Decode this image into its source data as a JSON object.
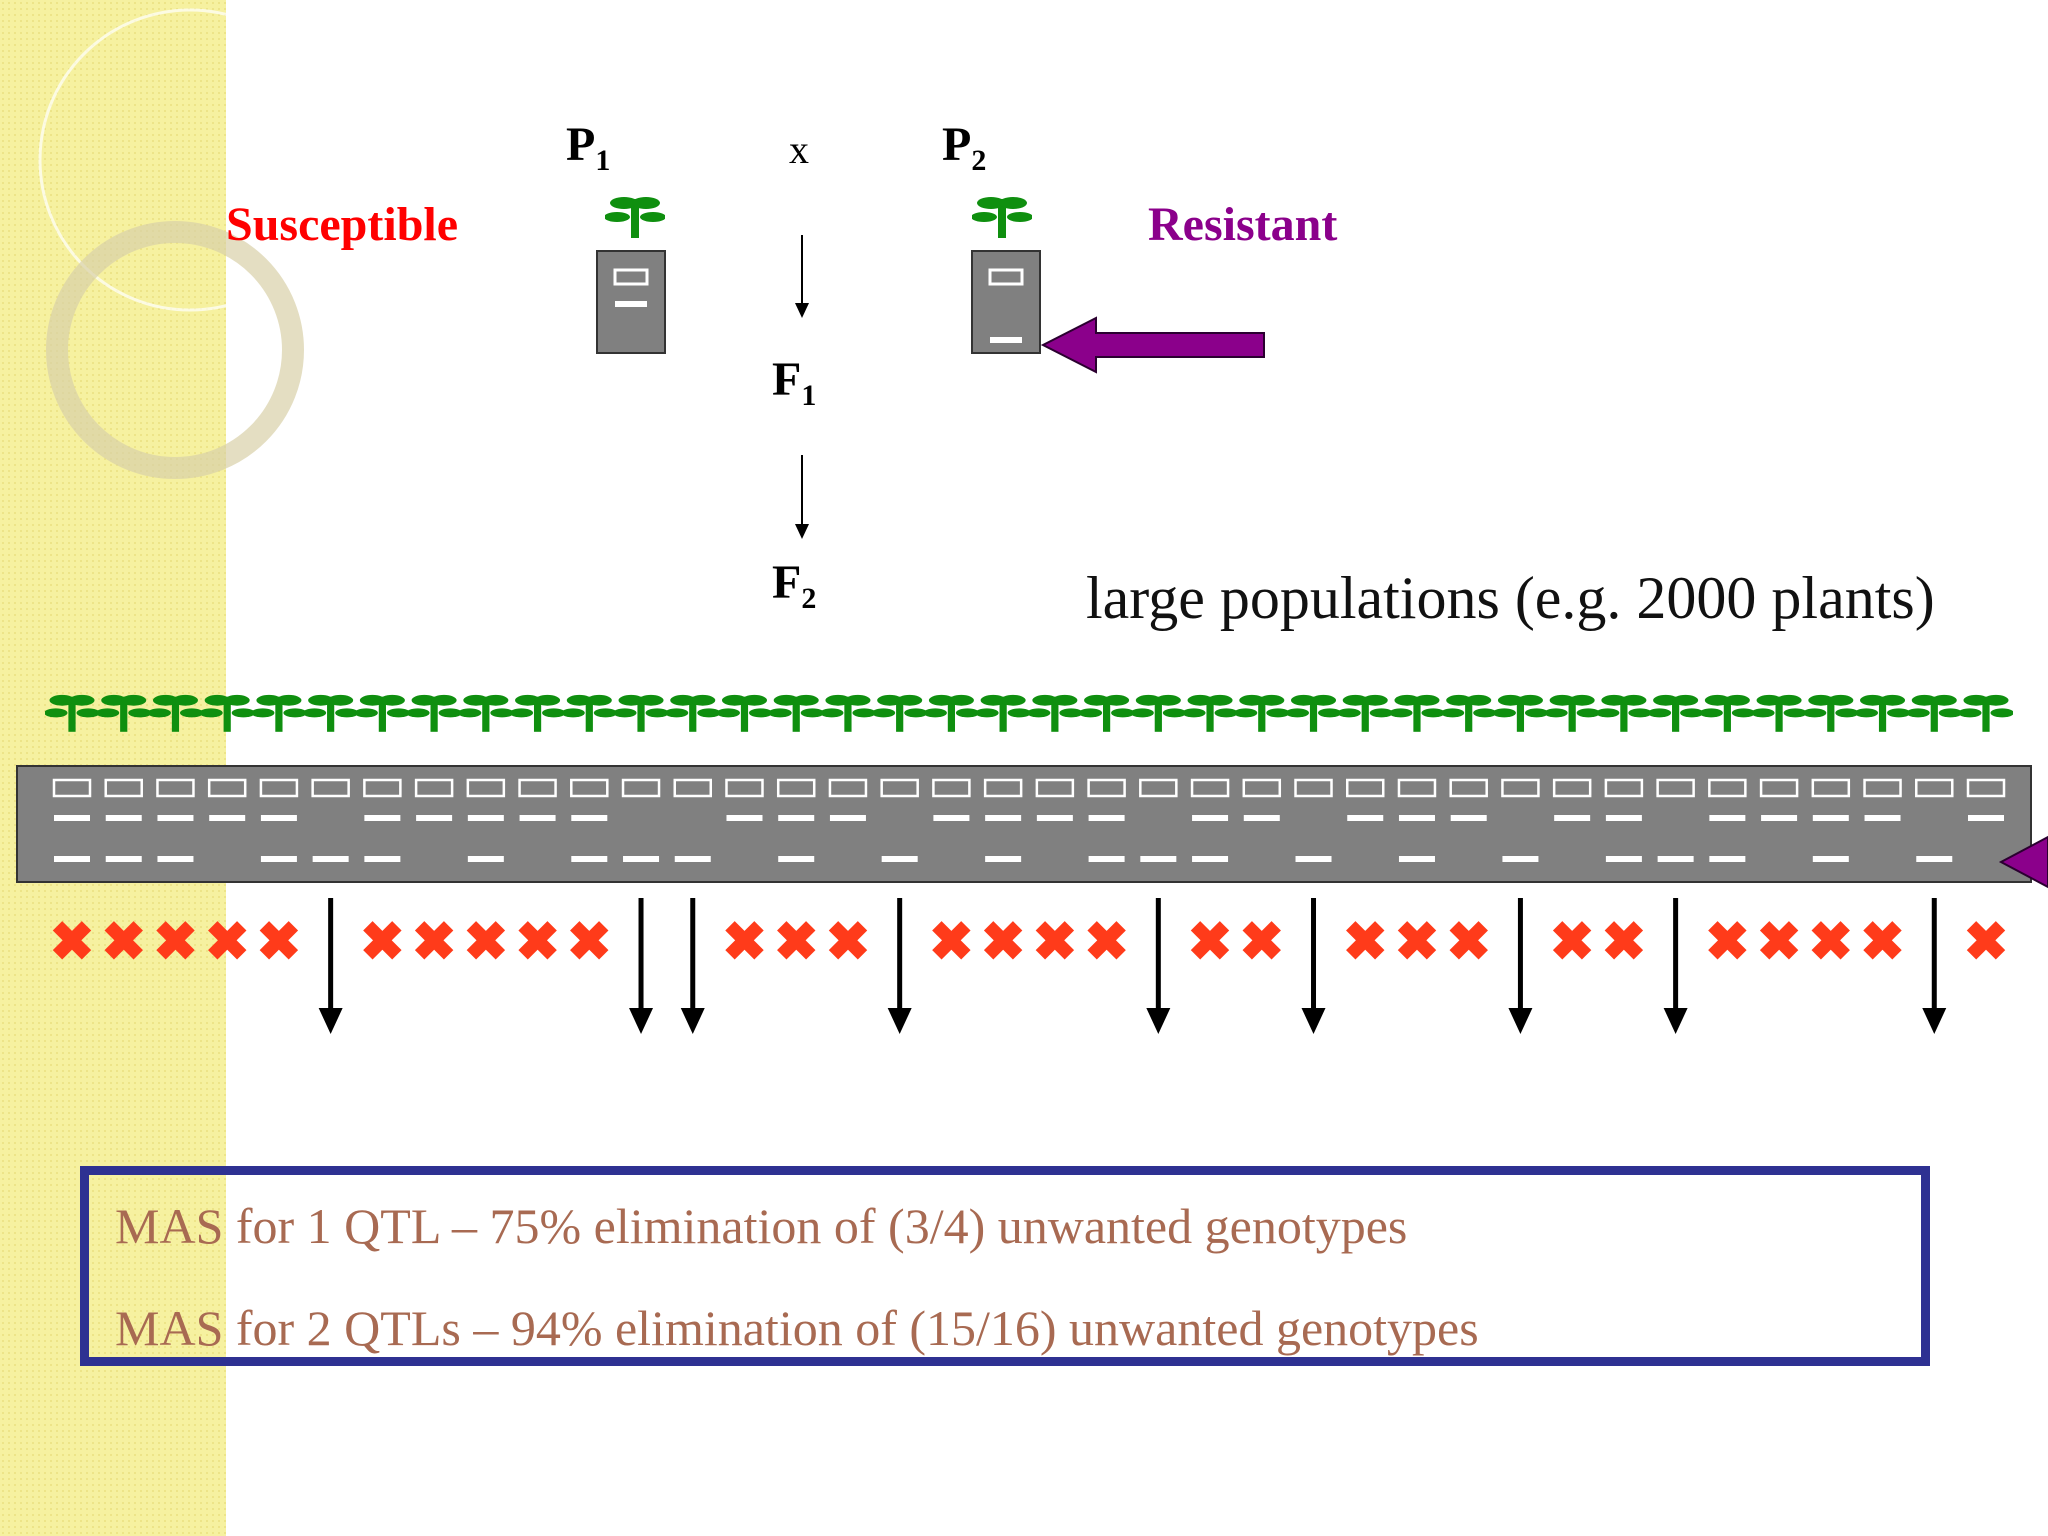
{
  "parents": {
    "p1": {
      "letter": "P",
      "sub": "1"
    },
    "cross": "x",
    "p2": {
      "letter": "P",
      "sub": "2"
    },
    "susceptible": "Susceptible",
    "resistant": "Resistant"
  },
  "generations": {
    "f1": {
      "letter": "F",
      "sub": "1"
    },
    "f2": {
      "letter": "F",
      "sub": "2"
    }
  },
  "population_note": "large populations (e.g. 2000 plants)",
  "results": [
    "MAS for 1 QTL – 75% elimination of  (3/4) unwanted genotypes",
    "MAS for 2 QTLs – 94% elimination of  (15/16) unwanted genotypes"
  ],
  "colors": {
    "susceptible": "#ff0000",
    "resistant": "#8b008b",
    "arrow": "#8b008b",
    "plant": "#0f8f0f",
    "gel": "#808080",
    "cross_mark": "#ff3b1a",
    "result_text": "#a86a52",
    "result_border": "#2e3192",
    "sidebar": "#f6f1a0"
  },
  "f2_plants": {
    "count": 38,
    "has_resistant_band": [
      false,
      false,
      false,
      false,
      false,
      true,
      false,
      false,
      false,
      false,
      false,
      true,
      true,
      false,
      false,
      false,
      true,
      false,
      false,
      false,
      false,
      true,
      false,
      false,
      true,
      false,
      false,
      false,
      true,
      false,
      false,
      true,
      false,
      false,
      false,
      false,
      true,
      false
    ],
    "selected_icon": "down-arrow-icon",
    "rejected_icon": "cross-icon"
  }
}
